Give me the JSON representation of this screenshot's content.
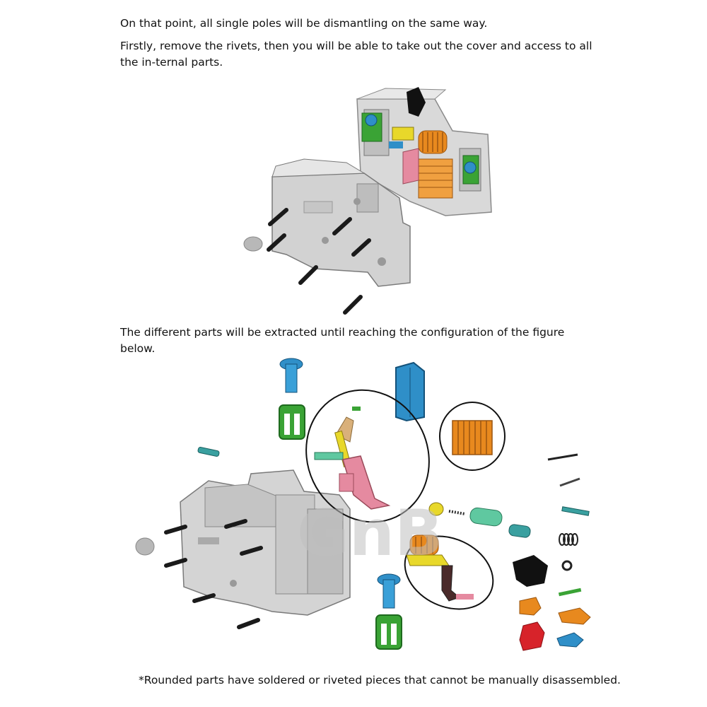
{
  "text": {
    "p1": "On that point, all single poles will be dismantling on the same way.",
    "p2": "Firstly, remove the rivets, then you will be able to take out the cover and access to all the in-ternal parts.",
    "p3": "The different parts will be extracted until reaching the configuration of the figure below.",
    "note": "*Rounded parts have soldered or riveted pieces that cannot be manually disassembled."
  },
  "watermark": {
    "text": "GnB",
    "color": "#c0c0c0"
  },
  "colors": {
    "housing": "#d9d9d9",
    "housing_dark": "#9a9a9a",
    "rivet": "#1a1a1a",
    "blue": "#2f8fc8",
    "green": "#3aa335",
    "orange": "#e8891e",
    "pink": "#e58aa0",
    "yellow": "#e8d82a",
    "teal": "#5fc8a0",
    "red": "#d7232a",
    "black": "#111111"
  }
}
